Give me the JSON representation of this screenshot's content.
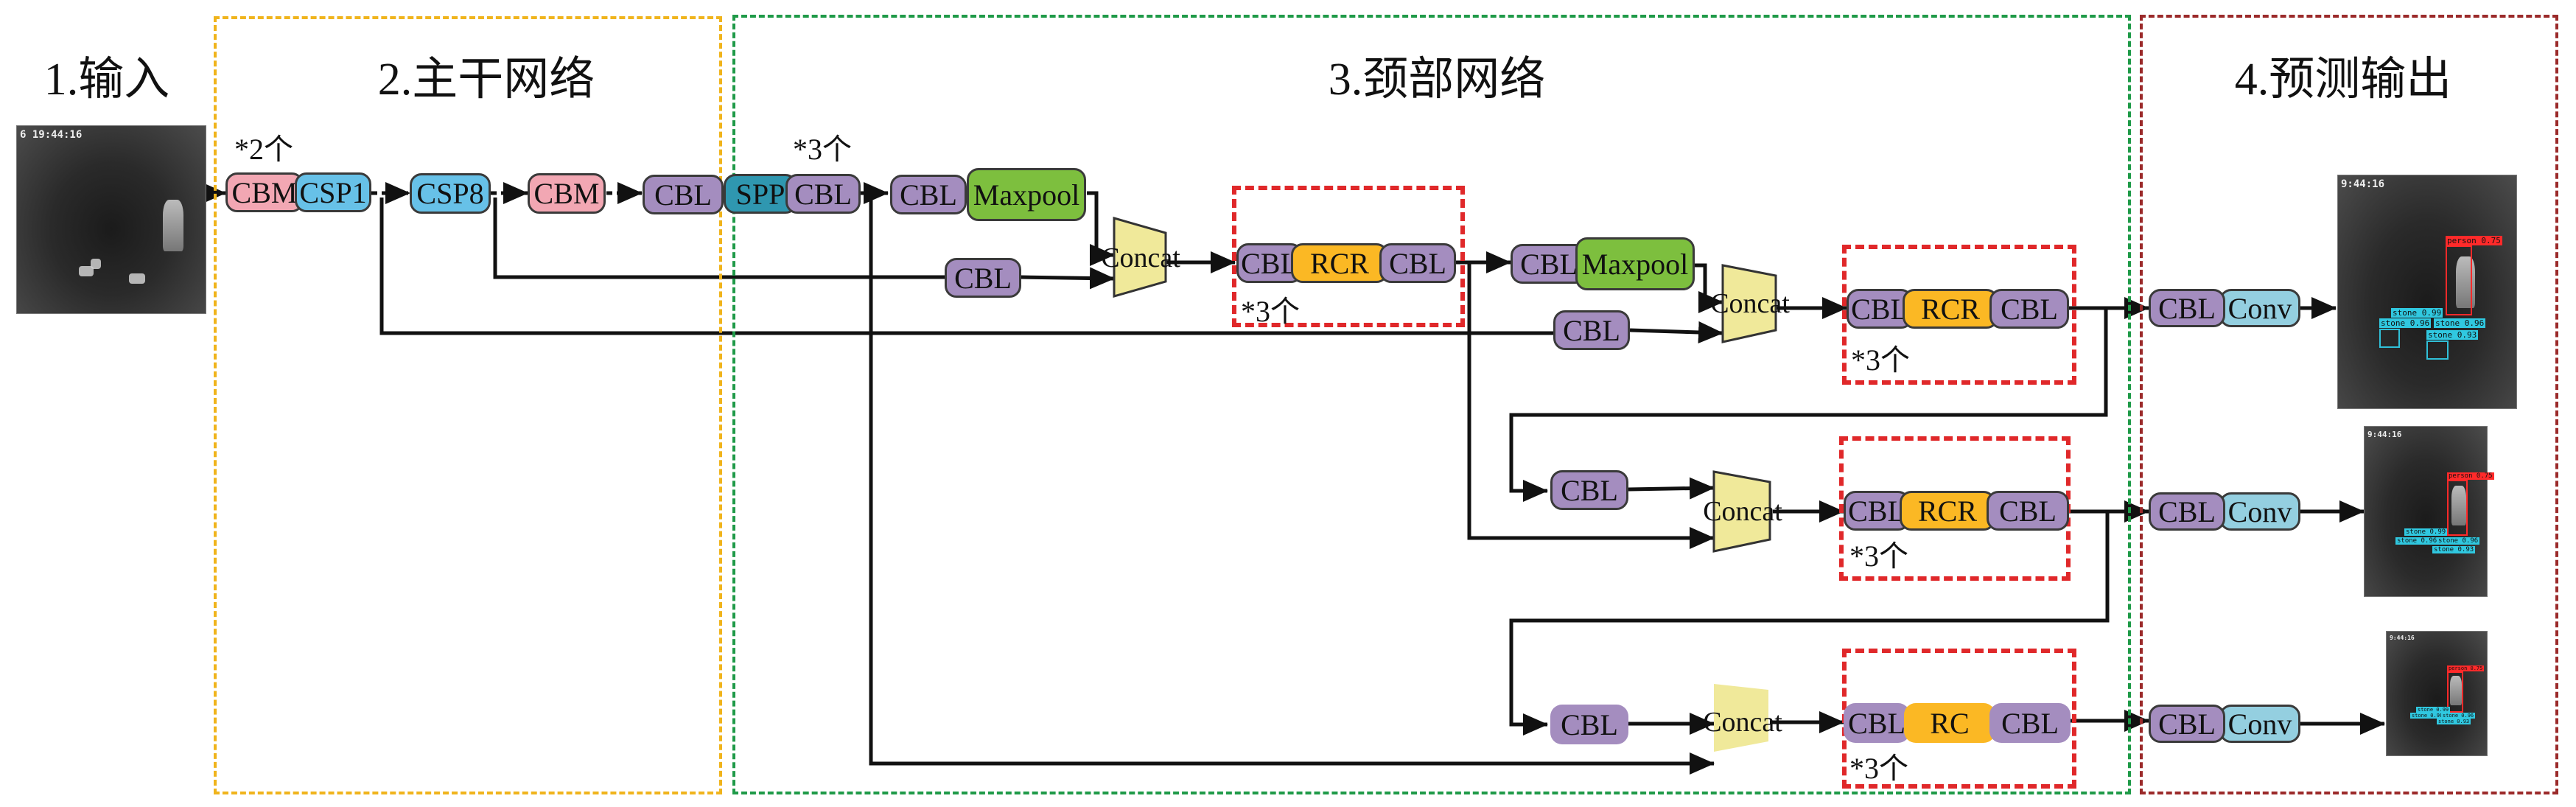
{
  "sections": [
    {
      "id": "input",
      "title": "1.输入"
    },
    {
      "id": "backbone",
      "title": "2.主干网络"
    },
    {
      "id": "neck",
      "title": "3.颈部网络"
    },
    {
      "id": "prediction",
      "title": "4.预测输出"
    }
  ],
  "colors": {
    "cbm": "#f2a7b3",
    "csp": "#67c1e8",
    "cbl": "#a48dbf",
    "spp": "#2f97b0",
    "maxpool": "#7dbf3e",
    "rcr": "#fbb824",
    "concat": "#f0e99a",
    "conv": "#94cfe0",
    "backbone_border": "#f0b41c",
    "neck_border": "#1f9a48",
    "prediction_border": "#9b2a2a",
    "repeat_border": "#e0282a"
  },
  "input": {
    "timestamp": "6 19:44:16"
  },
  "backbone": {
    "repeat_label": "*2个",
    "blocks": [
      "CBM",
      "CSP1",
      "CSP8",
      "CBM",
      "CBL"
    ]
  },
  "neck": {
    "spp_repeat_label": "*3个",
    "spp": "SPP",
    "spp_cbl": "CBL",
    "top_row": {
      "cbl": "CBL",
      "maxpool": "Maxpool"
    },
    "lateral_cbl_1": "CBL",
    "concat_1": "Concat",
    "rcr_group_1": {
      "left": "CBL",
      "mid": "RCR",
      "right": "CBL",
      "repeat": "*3个"
    },
    "row2": {
      "cbl": "CBL",
      "maxpool": "Maxpool"
    },
    "lateral_cbl_2": "CBL",
    "concat_2": "Concat",
    "rcr_group_2": {
      "left": "CBL",
      "mid": "RCR",
      "right": "CBL",
      "repeat": "*3个"
    },
    "row3_cbl": "CBL",
    "concat_3": "Concat",
    "rcr_group_3": {
      "left": "CBL",
      "mid": "RCR",
      "right": "CBL",
      "repeat": "*3个"
    },
    "row4_cbl": "CBL",
    "concat_4": "Concat",
    "rc_group": {
      "left": "CBL",
      "mid": "RC",
      "right": "CBL",
      "repeat": "*3个"
    }
  },
  "prediction": {
    "heads": [
      {
        "cbl": "CBL",
        "conv": "Conv"
      },
      {
        "cbl": "CBL",
        "conv": "Conv"
      },
      {
        "cbl": "CBL",
        "conv": "Conv"
      }
    ],
    "outputs": [
      {
        "timestamp": "9:44:16",
        "detections": [
          {
            "label": "person 0.75",
            "class": "person"
          },
          {
            "label": "stone 0.99",
            "class": "stone"
          },
          {
            "label": "stone 0.96",
            "class": "stone"
          },
          {
            "label": "stone 0.96",
            "class": "stone"
          },
          {
            "label": "stone 0.93",
            "class": "stone"
          }
        ]
      },
      {
        "timestamp": "9:44:16",
        "detections": [
          {
            "label": "person 0.75",
            "class": "person"
          },
          {
            "label": "stone 0.99",
            "class": "stone"
          },
          {
            "label": "stone 0.96",
            "class": "stone"
          },
          {
            "label": "stone 0.96",
            "class": "stone"
          },
          {
            "label": "stone 0.93",
            "class": "stone"
          }
        ]
      },
      {
        "timestamp": "9:44:16",
        "detections": [
          {
            "label": "person 0.75",
            "class": "person"
          },
          {
            "label": "stone 0.99",
            "class": "stone"
          },
          {
            "label": "stone 0.96",
            "class": "stone"
          },
          {
            "label": "stone 0.96",
            "class": "stone"
          },
          {
            "label": "stone 0.93",
            "class": "stone"
          }
        ]
      }
    ]
  }
}
